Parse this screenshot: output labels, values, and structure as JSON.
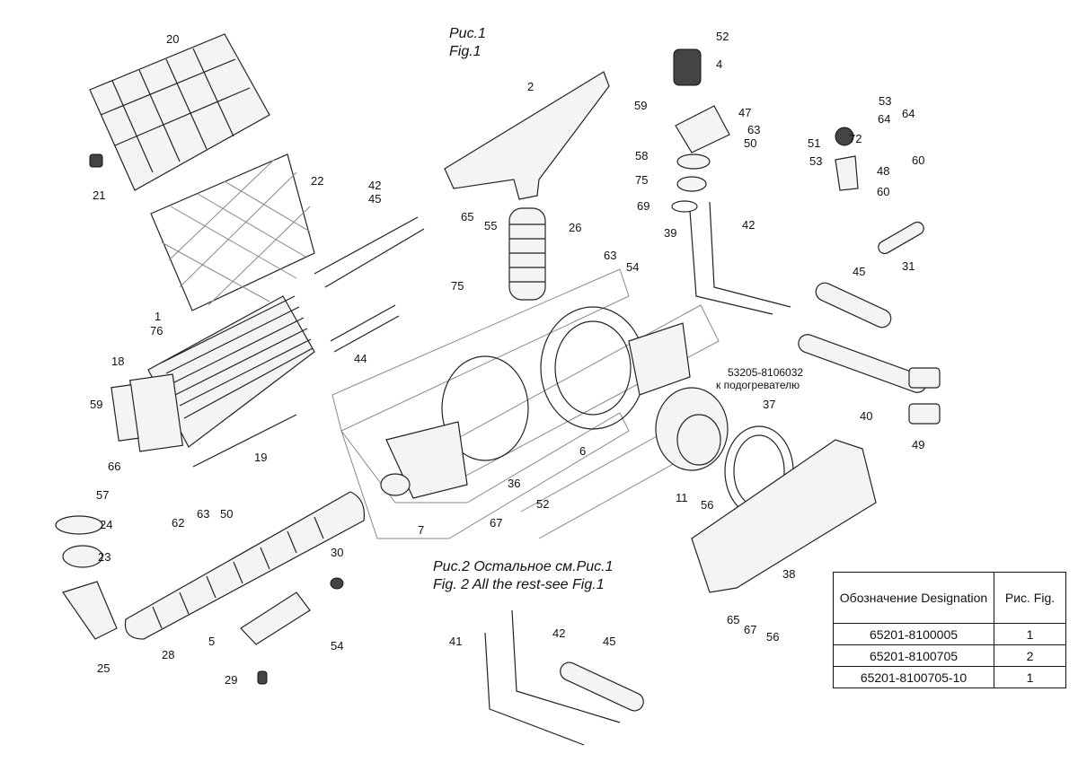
{
  "fig1_title": {
    "ru": "Рис.1",
    "en": "Fig.1"
  },
  "fig2_title": {
    "ru": "Рис.2 Остальное см.Рис.1",
    "en": "Fig. 2 All the rest-see Fig.1"
  },
  "heater_note": {
    "part_number": "53205-8106032",
    "text": "к подогревателю"
  },
  "callouts": [
    "20",
    "21",
    "22",
    "42",
    "45",
    "1",
    "76",
    "18",
    "59",
    "66",
    "19",
    "57",
    "24",
    "23",
    "25",
    "28",
    "5",
    "29",
    "62",
    "63",
    "50",
    "75",
    "44",
    "2",
    "65",
    "55",
    "26",
    "7",
    "36",
    "67",
    "52",
    "30",
    "54",
    "6",
    "11",
    "56",
    "37",
    "38",
    "41",
    "42",
    "45",
    "52",
    "4",
    "59",
    "47",
    "63",
    "50",
    "58",
    "75",
    "69",
    "39",
    "42",
    "53",
    "64",
    "51",
    "72",
    "64",
    "60",
    "53",
    "48",
    "60",
    "31",
    "45",
    "40",
    "49",
    "65",
    "67",
    "56",
    "63",
    "54"
  ],
  "spec_table": {
    "headers": {
      "designation": "Обозначение Designation",
      "figure": "Рис. Fig."
    },
    "rows": [
      {
        "designation": "65201-8100005",
        "figure": "1"
      },
      {
        "designation": "65201-8100705",
        "figure": "2"
      },
      {
        "designation": "65201-8100705-10",
        "figure": "1"
      }
    ]
  }
}
